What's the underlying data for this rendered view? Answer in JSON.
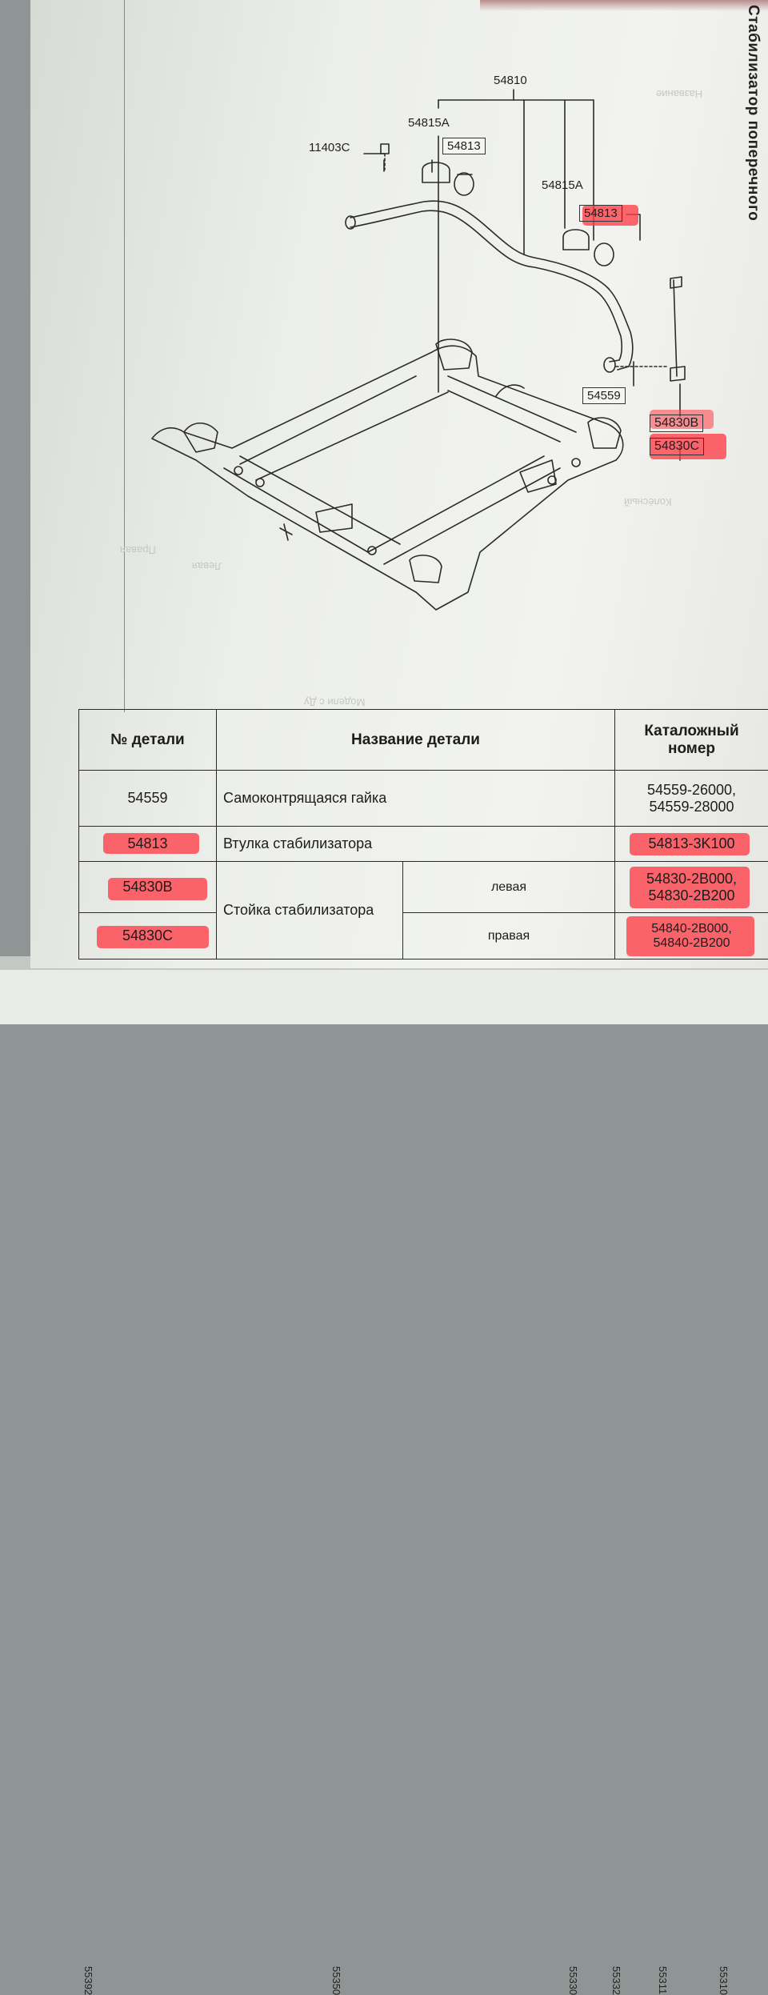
{
  "page": {
    "side_title": "Стабилизатор поперечного",
    "faint_texts": [
      "Название",
      "Модели с Ду",
      "Колёсный",
      "Правая",
      "Левая"
    ]
  },
  "diagram": {
    "callouts": {
      "assembly": "54810",
      "bolt": "11403C",
      "bracket_left": "54815A",
      "bracket_right": "54815A",
      "bushing_left": "54813",
      "bushing_right": "54813",
      "nut": "54559",
      "link_left": "54830B",
      "link_right": "54830C"
    }
  },
  "table": {
    "headers": {
      "part_no": "№ детали",
      "part_name": "Название детали",
      "catalog_no": "Каталожный номер"
    },
    "rows": [
      {
        "part_no": "54559",
        "name": "Самоконтрящаяся гайка",
        "catalog": [
          "54559-26000,",
          "54559-28000"
        ]
      },
      {
        "part_no": "54813",
        "name": "Втулка стабилизатора",
        "catalog": [
          "54813-3K100"
        ]
      }
    ],
    "link_group": {
      "name": "Стойка стабилизатора",
      "left": {
        "part_no": "54830B",
        "side": "левая",
        "catalog": [
          "54830-2B000,",
          "54830-2B200"
        ]
      },
      "right": {
        "part_no": "54830C",
        "side": "правая",
        "catalog": [
          "54840-2B000,",
          "54840-2B200"
        ]
      }
    }
  },
  "next_page_numbers": [
    "55392",
    "55350",
    "55330",
    "55332",
    "55311",
    "55310"
  ],
  "colors": {
    "highlight": "#ff3c46",
    "ink": "#1c1c1c",
    "paper": "#eeefeb"
  }
}
